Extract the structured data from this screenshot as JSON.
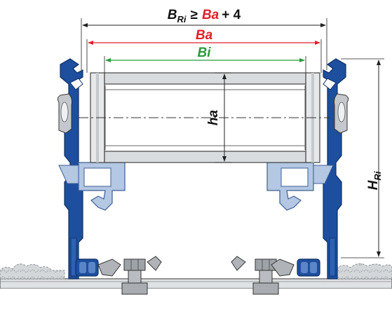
{
  "dimensions": {
    "bri_formula": {
      "b": "B",
      "ri": "Ri",
      "ge": "≥",
      "ba": "Ba",
      "plus": "+ 4"
    },
    "ba_label": "Ba",
    "bi_label": "Bi",
    "ha_label": "ha",
    "hri_label": {
      "h": "H",
      "ri": "Ri"
    }
  },
  "colors": {
    "channel_blue": "#1d4f9e",
    "channel_dark": "#173a7a",
    "profile_light_blue": "#b4c7e3",
    "bar_gray": "#d9dcdf",
    "ba_red": "#e0202a",
    "bi_green": "#2a9a3a",
    "floor_gray": "#c8ccd0",
    "floor_rock": "#bfc2c5"
  },
  "icons": [
    "hex-bolt-icon"
  ]
}
